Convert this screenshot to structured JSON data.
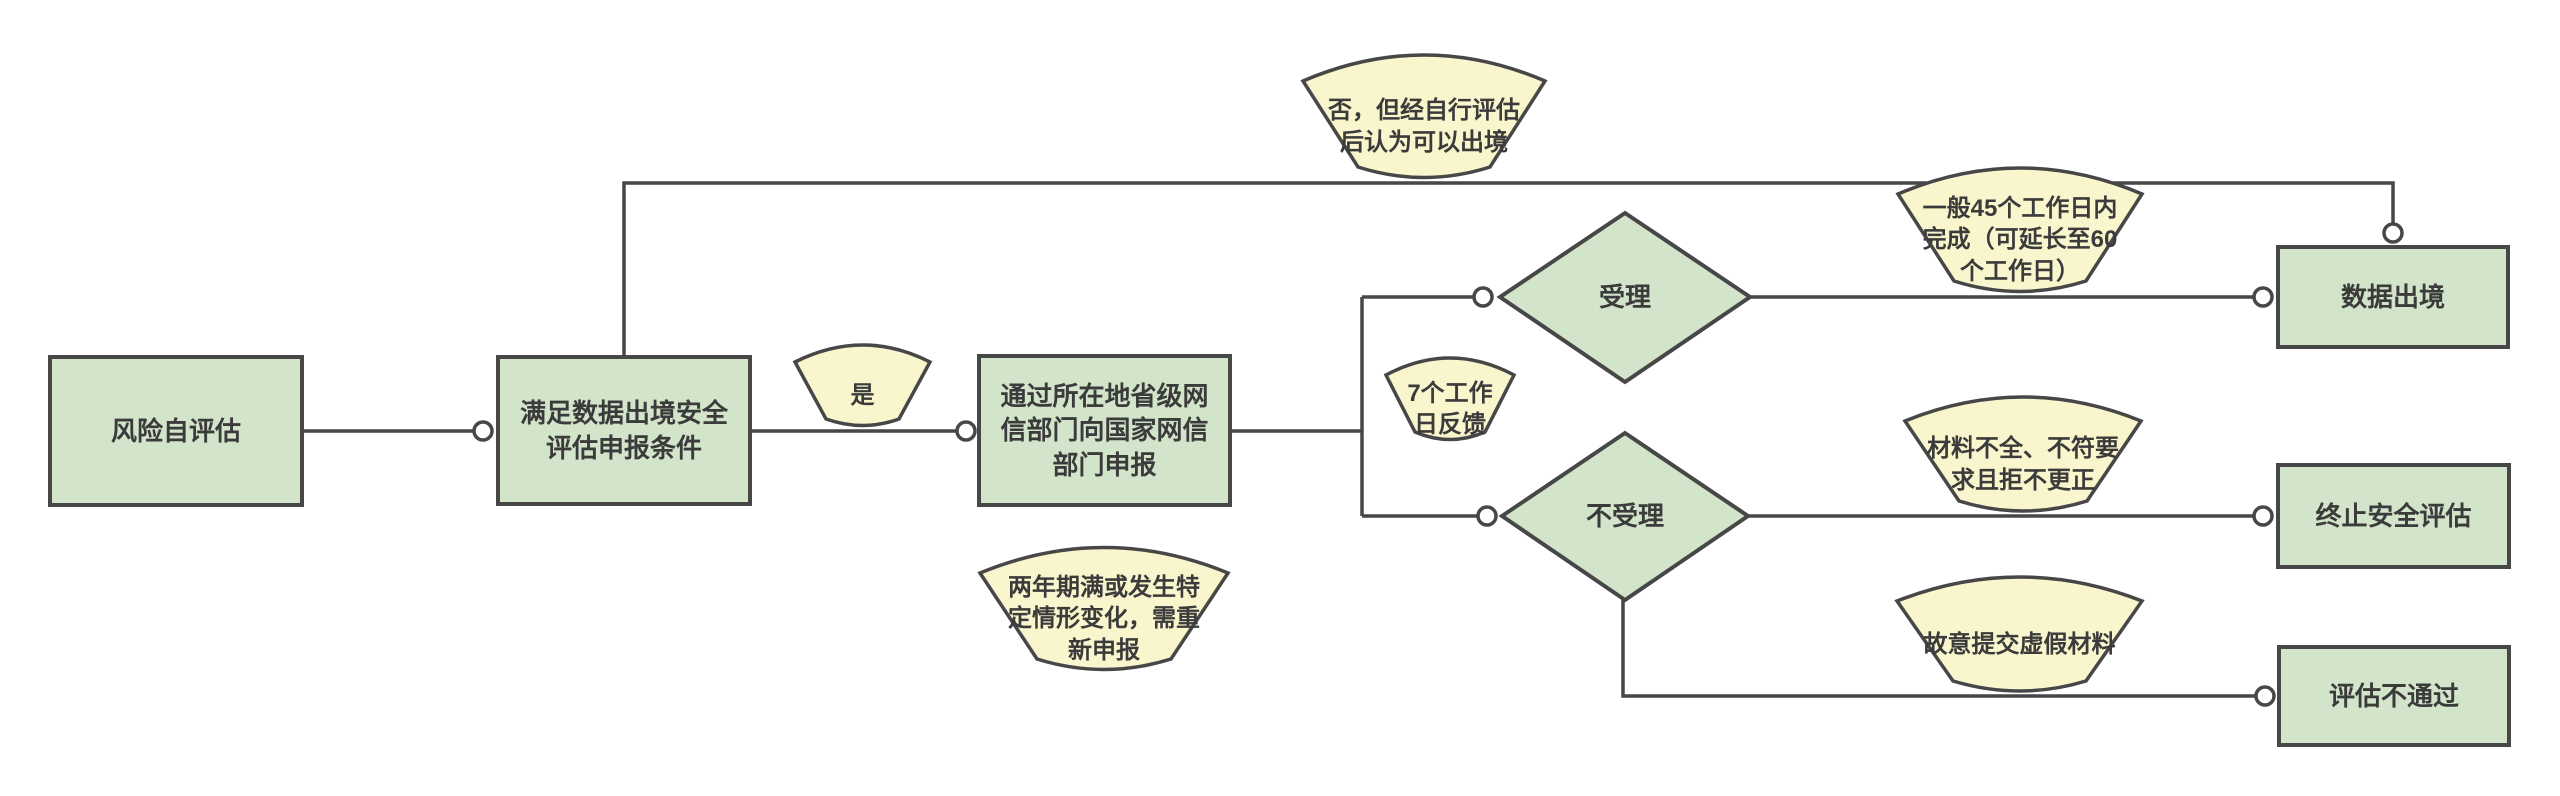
{
  "colors": {
    "node_fill": "#d2e4c9",
    "annotation_fill": "#f9f5cd",
    "border": "#474747",
    "line": "#474747",
    "text": "#3b3b3b",
    "background": "#ffffff"
  },
  "nodes": {
    "risk_self_assessment": {
      "label": "风险自评估",
      "lines": [
        "风险自评估"
      ]
    },
    "meet_conditions": {
      "label": "满足数据出境安全评估申报条件",
      "lines": [
        "满足数据出境安全",
        "评估申报条件"
      ]
    },
    "declare_via_cac": {
      "label": "通过所在地省级网信部门向国家网信部门申报",
      "lines": [
        "通过所在地省级网",
        "信部门向国家网信",
        "部门申报"
      ]
    },
    "accepted": {
      "label": "受理",
      "lines": [
        "受理"
      ]
    },
    "not_accepted": {
      "label": "不受理",
      "lines": [
        "不受理"
      ]
    },
    "data_export": {
      "label": "数据出境",
      "lines": [
        "数据出境"
      ]
    },
    "terminate_assessment": {
      "label": "终止安全评估",
      "lines": [
        "终止安全评估"
      ]
    },
    "assessment_failed": {
      "label": "评估不通过",
      "lines": [
        "评估不通过"
      ]
    }
  },
  "annotations": {
    "no_but_self_assessed": {
      "label": "否，但经自行评估后认为可以出境",
      "lines": [
        "否，但经自行评估",
        "后认为可以出境"
      ]
    },
    "yes": {
      "label": "是",
      "lines": [
        "是"
      ]
    },
    "days_45": {
      "label": "一般45个工作日内完成（可延长至60个工作日）",
      "lines": [
        "一般45个工作日内",
        "完成（可延长至60",
        "个工作日）"
      ]
    },
    "days_7_feedback": {
      "label": "7个工作日反馈",
      "lines": [
        "7个工作",
        "日反馈"
      ]
    },
    "incomplete_materials": {
      "label": "材料不全、不符要求且拒不更正",
      "lines": [
        "材料不全、不符要",
        "求且拒不更正"
      ]
    },
    "two_year_renewal": {
      "label": "两年期满或发生特定情形变化，需重新申报",
      "lines": [
        "两年期满或发生特",
        "定情形变化，需重",
        "新申报"
      ]
    },
    "fake_materials": {
      "label": "故意提交虚假材料",
      "lines": [
        "故意提交虚假材料"
      ]
    }
  }
}
